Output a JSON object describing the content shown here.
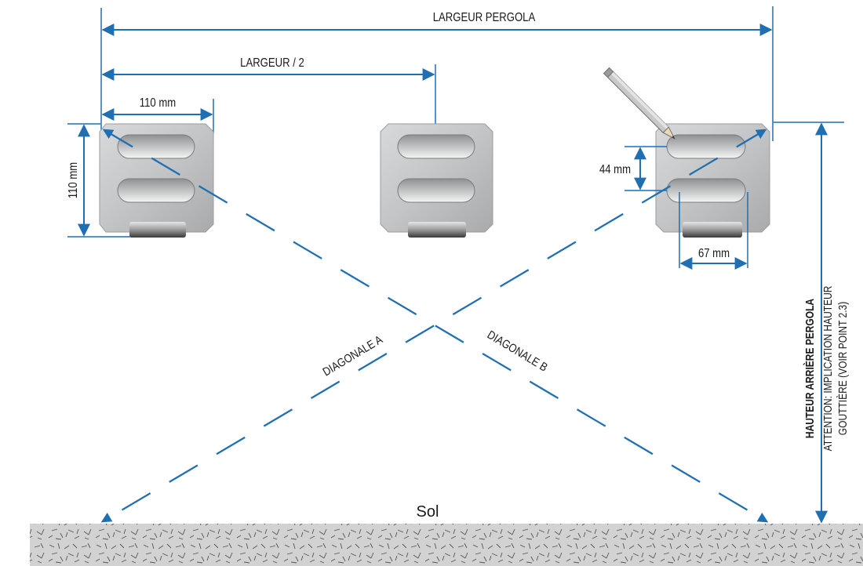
{
  "labels": {
    "width_total": "LARGEUR PERGOLA",
    "width_half": "LARGEUR / 2",
    "plate_width": "110 mm",
    "plate_height": "110 mm",
    "slot_spacing": "44 mm",
    "slot_width": "67 mm",
    "diagonal_a": "DIAGONALE A",
    "diagonal_b": "DIAGONALE B",
    "ground": "Sol",
    "rear_height_title": "HAUTEUR ARRIÈRE PERGOLA",
    "rear_height_note_line1": "ATTENTION: IMPLICATION HAUTEUR",
    "rear_height_note_line2": "GOUTTIÈRE  (VOIR POINT 2.3)"
  },
  "colors": {
    "dimension_line": "#1f6fb2",
    "plate": "#c4c6c8",
    "ground": "#cfcfcf",
    "text": "#1a1a1a"
  },
  "icons": {
    "pencil": "pencil-icon"
  }
}
